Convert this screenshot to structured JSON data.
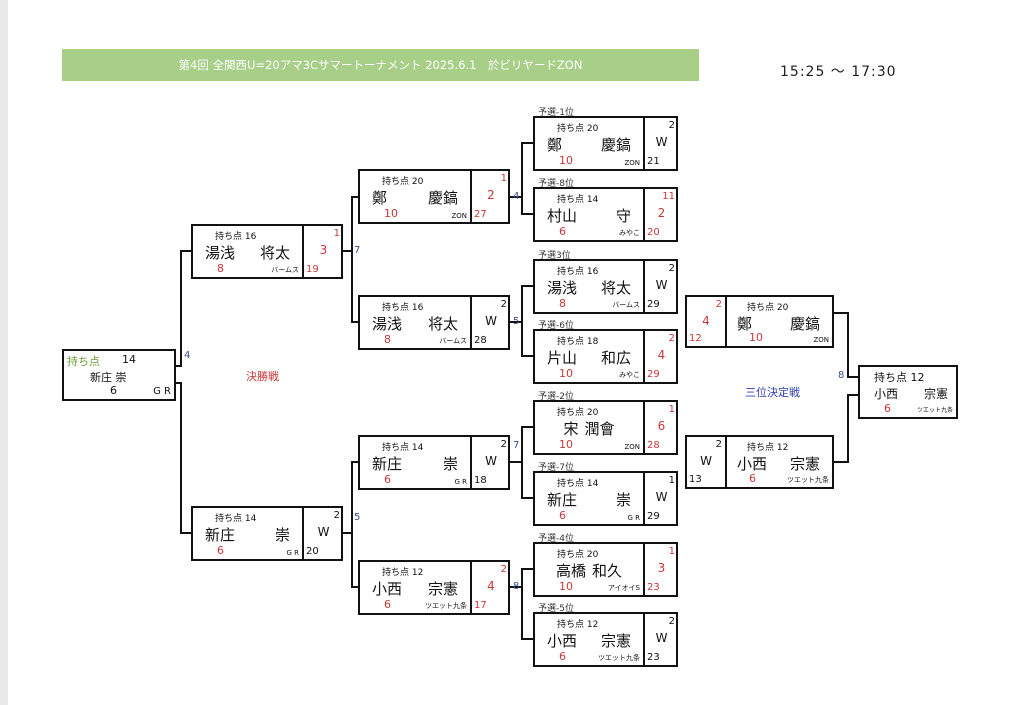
{
  "header": {
    "title": "第4回 全関西U=20アマ3Cサマートーナメント 2025.6.1　於ビリヤードZON",
    "time": "15:25 ～ 17:30"
  },
  "labels": {
    "final": "決勝戦",
    "third_place": "三位決定戦"
  },
  "colors": {
    "title_bg": "#a8cf88",
    "red": "#c8383a",
    "green": "#6a9a3a",
    "blue": "#3040b0",
    "connector_number": "#3a4f8a"
  },
  "boxes": [
    {
      "seed": "予選-1位",
      "pts": "持ち点 20",
      "family": "鄭",
      "given": "慶鎬",
      "hc": "10",
      "club": "ZON",
      "s1": "2",
      "s2": "W",
      "s3": "21",
      "result": "win"
    },
    {
      "seed": "予選-8位",
      "pts": "持ち点 14",
      "family": "村山",
      "given": "守",
      "hc": "6",
      "club": "みやこ",
      "s1": "11",
      "s2": "2",
      "s3": "20",
      "result": "lose"
    },
    {
      "seed": "予選3位",
      "pts": "持ち点 16",
      "family": "湯浅",
      "given": "将太",
      "hc": "8",
      "club": "バームス",
      "s1": "2",
      "s2": "W",
      "s3": "29",
      "result": "win"
    },
    {
      "seed": "予選-6位",
      "pts": "持ち点 18",
      "family": "片山",
      "given": "和広",
      "hc": "10",
      "club": "みやこ",
      "s1": "2",
      "s2": "4",
      "s3": "29",
      "result": "lose"
    },
    {
      "seed": "予選-2位",
      "pts": "持ち点 20",
      "family": "宋",
      "given": "潤會",
      "hc": "10",
      "club": "ZON",
      "s1": "1",
      "s2": "6",
      "s3": "28",
      "result": "lose",
      "center": true
    },
    {
      "seed": "予選-7位",
      "pts": "持ち点 14",
      "family": "新庄",
      "given": "崇",
      "hc": "6",
      "club": "G R",
      "s1": "1",
      "s2": "W",
      "s3": "29",
      "result": "win"
    },
    {
      "seed": "予選-4位",
      "pts": "持ち点 20",
      "family": "高橋",
      "given": "和久",
      "hc": "10",
      "club": "アイオイS",
      "s1": "1",
      "s2": "3",
      "s3": "23",
      "result": "lose",
      "center": true
    },
    {
      "seed": "予選-5位",
      "pts": "持ち点 12",
      "family": "小西",
      "given": "宗憲",
      "hc": "6",
      "club": "ツエット九条",
      "s1": "2",
      "s2": "W",
      "s3": "23",
      "result": "win"
    },
    {
      "pts": "持ち点 20",
      "family": "鄭",
      "given": "慶鎬",
      "hc": "10",
      "club": "ZON",
      "s1": "1",
      "s2": "2",
      "s3": "27",
      "result": "lose"
    },
    {
      "pts": "持ち点 16",
      "family": "湯浅",
      "given": "将太",
      "hc": "8",
      "club": "バームス",
      "s1": "2",
      "s2": "W",
      "s3": "28",
      "result": "win"
    },
    {
      "pts": "持ち点 14",
      "family": "新庄",
      "given": "崇",
      "hc": "6",
      "club": "G R",
      "s1": "2",
      "s2": "W",
      "s3": "18",
      "result": "win"
    },
    {
      "pts": "持ち点 12",
      "family": "小西",
      "given": "宗憲",
      "hc": "6",
      "club": "ツエット九条",
      "s1": "2",
      "s2": "4",
      "s3": "17",
      "result": "lose"
    },
    {
      "pts": "持ち点 16",
      "family": "湯浅",
      "given": "将太",
      "hc": "8",
      "club": "バームス",
      "s1": "1",
      "s2": "3",
      "s3": "19",
      "result": "lose"
    },
    {
      "pts": "持ち点 14",
      "family": "新庄",
      "given": "崇",
      "hc": "6",
      "club": "G R",
      "s1": "2",
      "s2": "W",
      "s3": "20",
      "result": "win"
    },
    {
      "pts": "持ち点 20",
      "family": "鄭",
      "given": "慶鎬",
      "hc": "10",
      "club": "ZON",
      "s1": "2",
      "s2": "4",
      "s3": "12",
      "result": "lose"
    },
    {
      "pts": "持ち点 12",
      "family": "小西",
      "given": "宗憲",
      "hc": "6",
      "club": "ツエット九条",
      "s1": "2",
      "s2": "W",
      "s3": "13",
      "result": "win"
    }
  ],
  "champion": {
    "pts_label": "持ち点",
    "pts": "14",
    "name": "新庄 崇",
    "hc": "6",
    "club": "G R"
  },
  "third_winner": {
    "pts": "持ち点 12",
    "family": "小西",
    "given": "宗憲",
    "hc": "6",
    "club": "ツエット九条"
  },
  "connector_numbers": [
    "4",
    "5",
    "7",
    "8",
    "7",
    "5",
    "4",
    "8"
  ]
}
